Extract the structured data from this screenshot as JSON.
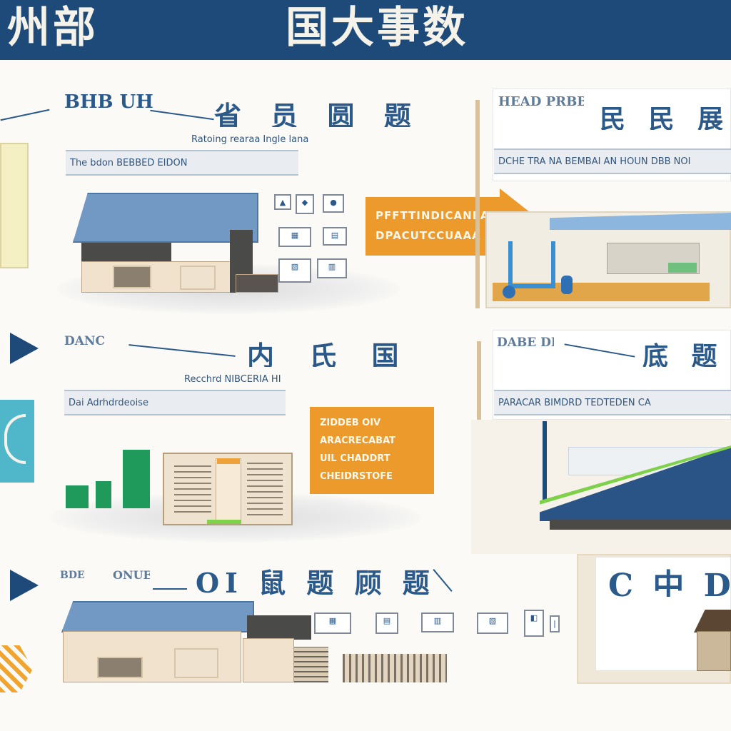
{
  "header": {
    "left_title": "州部",
    "right_title": "国大事数"
  },
  "row1": {
    "left_heading": "BHB UH",
    "left_heading_right": "省 员 圆 题",
    "left_subline": "Ratoing rearaa Ingle lana",
    "left_strip": "The bdon BEBBED EIDON",
    "banner_lines": [
      "PFFTTINDICANEA",
      "DPACUTCCUAAA"
    ],
    "right_heading": "HEAD PRBB",
    "right_heading_main": "民 民 展",
    "right_strip": "DCHE TRA NA BEMBAI AN HOUN DBB NOI"
  },
  "row2": {
    "left_heading": "DANC",
    "left_heading_right": "内 氏 国 ",
    "left_subline": "Recchrd NIBCERIA HI",
    "left_strip": "Dai Adrhdrdeoise",
    "orange_box_lines": [
      "ZIDDEB OIV",
      "ARACRECABAT",
      "UIL CHADDRT",
      "CHEIDRSTOFE"
    ],
    "right_heading": "DABE DRKE",
    "right_heading_main": "底 题",
    "right_strip": "PARACAR BIMDRD TEDTEDEN CA"
  },
  "row3": {
    "left_heading": "BDE",
    "left_heading_mid": "ONUE",
    "left_heading_main": "OI 鼠 题 顾 题",
    "right_heading": "C 中 D"
  },
  "colors": {
    "header_blue": "#1d4a78",
    "accent_orange": "#ec9a2c",
    "accent_green": "#1f9a5a",
    "roof_blue": "#7199c4"
  },
  "icons": {
    "row_marker": "play-triangle-icon",
    "orange_arrow": "arrow-right-icon"
  }
}
